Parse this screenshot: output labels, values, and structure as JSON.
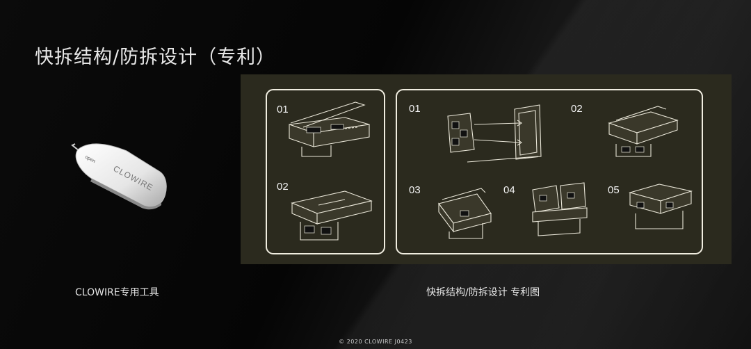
{
  "slide": {
    "title": "快拆结构/防拆设计（专利）",
    "footer": "© 2020 CLOWIRE J0423"
  },
  "tool": {
    "brand": "CLOWIRE",
    "tab_text": "open",
    "caption": "CLOWIRE专用工具"
  },
  "patent": {
    "caption": "快拆结构/防拆设计 专利图",
    "left_box_steps": [
      "01",
      "02"
    ],
    "right_box_steps": [
      "01",
      "02",
      "03",
      "04",
      "05"
    ]
  },
  "colors": {
    "panel_bg": "#2b2a1e",
    "line": "#e9e6d8"
  }
}
